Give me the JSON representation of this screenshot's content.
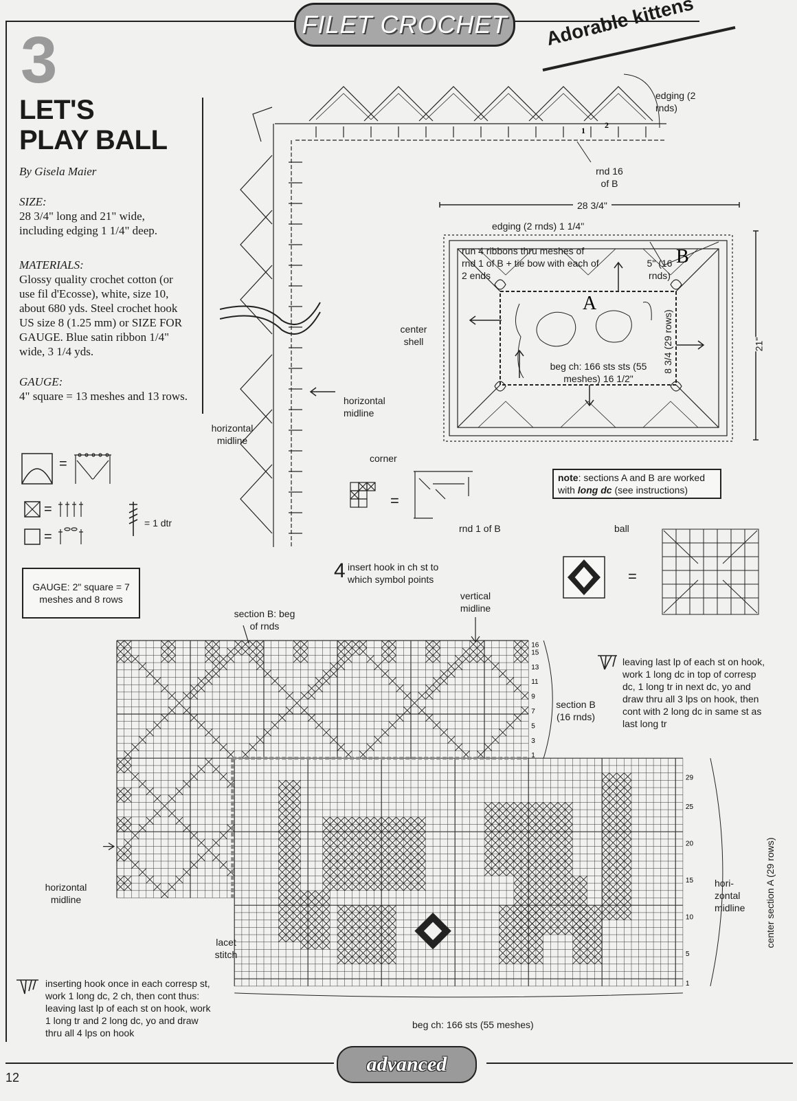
{
  "header": {
    "section": "FILET CROCHET",
    "tagline": "Adorable kittens"
  },
  "pattern": {
    "number": "3",
    "title_line1": "LET'S",
    "title_line2": "PLAY BALL",
    "author": "By Gisela Maier",
    "size_heading": "SIZE:",
    "size_text": "28 3/4\" long and 21\" wide, including edging 1 1/4\" deep.",
    "materials_heading": "MATERIALS:",
    "materials_text": "Glossy quality crochet cotton (or use fil d'Ecosse), white, size 10, about 680 yds. Steel crochet hook US size 8 (1.25 mm) or SIZE FOR GAUGE. Blue satin ribbon 1/4\" wide, 3 1/4 yds.",
    "gauge_heading": "GAUGE:",
    "gauge_text": "4\" square = 13 meshes and 13 rows."
  },
  "legend": {
    "dtr": "= 1 dtr",
    "equals": "=",
    "gauge_box": "GAUGE: 2\" square = 7 meshes and 8 rows"
  },
  "edging_diagram": {
    "edging_label": "edging (2 rnds)",
    "rnd16_label": "rnd 16 of B",
    "horizontal_midline": "horizontal midline",
    "horizontal_midline_left": "horizontal midline",
    "rnd_markers": [
      "1",
      "2"
    ]
  },
  "schematic": {
    "width_label": "28 3/4\"",
    "height_label": "21\"",
    "edging_label": "edging (2 rnds) 1 1/4\"",
    "ribbons_note": "run 4 ribbons thru meshes of rnd 1 of B + tie bow with each of 2 ends",
    "section_b_depth": "5\" (16 rnds)",
    "label_a": "A",
    "label_b": "B",
    "center_shell": "center shell",
    "beg_ch": "beg ch: 166 sts sts (55 meshes) 16 1/2\"",
    "a_height": "8 3/4 (29 rows)"
  },
  "corner": {
    "label": "corner",
    "rnd1": "rnd 1 of B"
  },
  "note_box": {
    "bold": "note",
    "text1": ": sections A and B are worked",
    "text2": "with ",
    "emph": "long dc",
    "text3": " (see instructions)"
  },
  "ball": {
    "label": "ball"
  },
  "insert_hook": {
    "symbol": "4",
    "text": "insert hook in ch st to which symbol points"
  },
  "main_chart": {
    "section_b_start": "section B: beg of rnds",
    "vertical_midline": "vertical midline",
    "section_b_label": "section B (16 rnds)",
    "row_numbers_b": [
      "16",
      "15",
      "13",
      "11",
      "9",
      "7",
      "5",
      "3",
      "1"
    ],
    "row_numbers_a": [
      "29",
      "25",
      "20",
      "15",
      "10",
      "5",
      "1"
    ],
    "horizontal_midline": "horizontal midline",
    "horizontal_midline_right": "hori- zontal midline",
    "center_section_a": "center section A (29 rows)",
    "lacet_stitch": "lacet stitch",
    "beg_ch": "beg ch: 166 sts (55 meshes)"
  },
  "symbol_notes": {
    "long_tr_note": "leaving last lp of each st on hook, work 1 long dc in top of corresp dc, 1 long tr in next dc, yo and draw thru all 3 lps on hook, then cont with 2 long dc in same st as last long tr",
    "insert_note": "inserting hook once in each corresp st, work 1 long dc, 2 ch, then cont thus: leaving last lp of each st on hook, work 1 long tr and 2 long dc, yo and draw thru all 4 lps on hook"
  },
  "footer": {
    "level": "advanced",
    "page_number": "12"
  },
  "colors": {
    "ink": "#1b1b1b",
    "page": "#f1f1ef",
    "banner": "#a7a7a7",
    "accent_gray": "#9a9a9a"
  }
}
